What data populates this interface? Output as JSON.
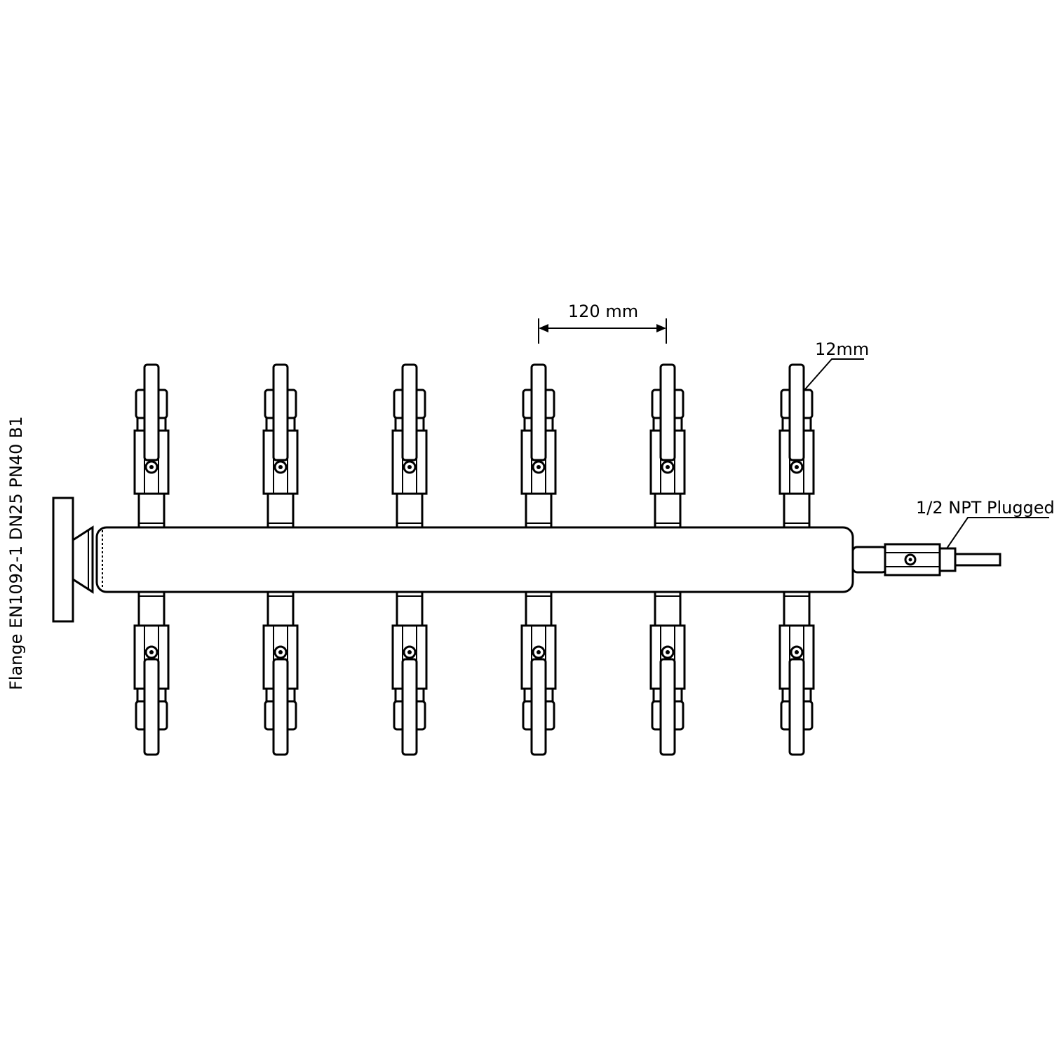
{
  "labels": {
    "flange": "Flange EN1092-1 DN25 PN40 B1",
    "spacing": "120 mm",
    "tube": "12mm",
    "plug": "1/2 NPT Plugged"
  },
  "manifold": {
    "outlets_per_side": 6,
    "sides": [
      "top",
      "bottom"
    ],
    "outlet_spacing_mm": 120,
    "tube_od_mm": 12
  }
}
